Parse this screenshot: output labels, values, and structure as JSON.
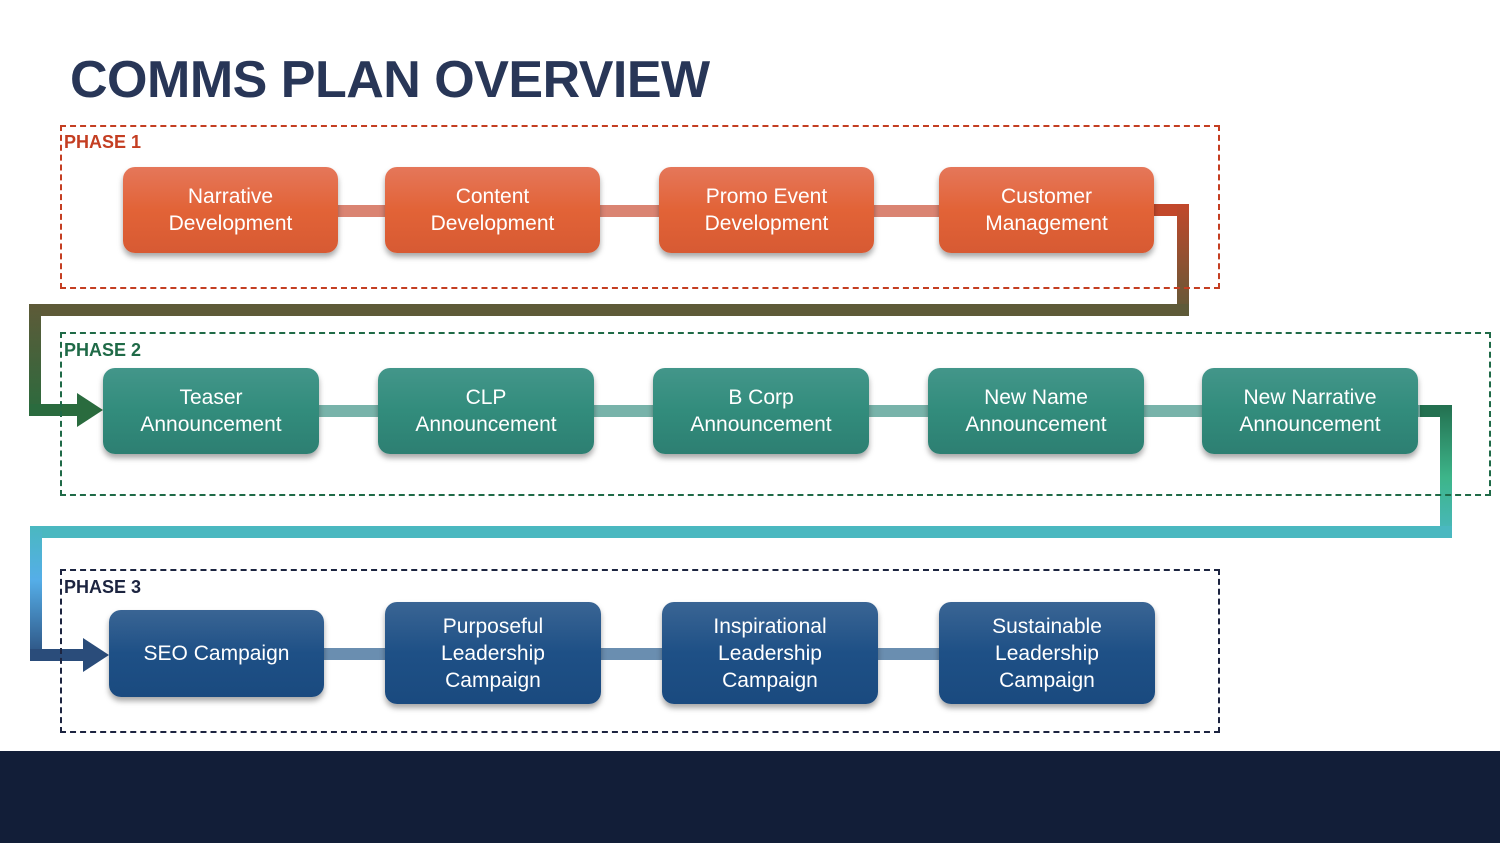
{
  "title": "COMMS PLAN OVERVIEW",
  "colors": {
    "title": "#283657",
    "phase1": "#c43e22",
    "phase2": "#1f6a47",
    "phase3": "#1c2440",
    "footer": "#121e38"
  },
  "phases": [
    {
      "label": "PHASE 1",
      "steps": [
        "Narrative\nDevelopment",
        "Content\nDevelopment",
        "Promo Event\nDevelopment",
        "Customer\nManagement"
      ]
    },
    {
      "label": "PHASE 2",
      "steps": [
        "Teaser\nAnnouncement",
        "CLP\nAnnouncement",
        "B Corp\nAnnouncement",
        "New Name\nAnnouncement",
        "New Narrative\nAnnouncement"
      ]
    },
    {
      "label": "PHASE 3",
      "steps": [
        "SEO Campaign",
        "Purposeful\nLeadership\nCampaign",
        "Inspirational\nLeadership\nCampaign",
        "Sustainable\nLeadership\nCampaign"
      ]
    }
  ]
}
